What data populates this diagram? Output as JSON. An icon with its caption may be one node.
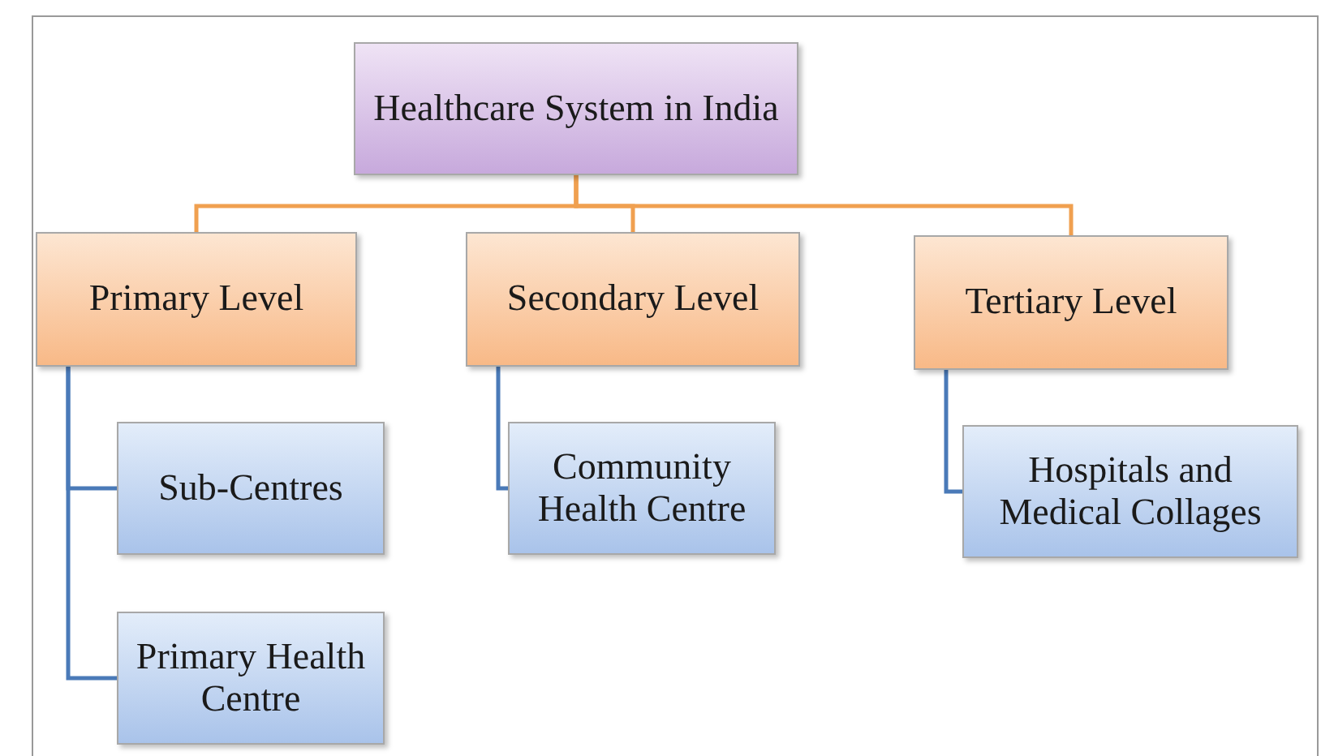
{
  "diagram": {
    "nodes": [
      {
        "text": [
          "Healthcare System in India"
        ]
      },
      {
        "text": [
          "Primary Level"
        ]
      },
      {
        "text": [
          "Secondary Level"
        ]
      },
      {
        "text": [
          "Tertiary Level"
        ]
      },
      {
        "text": [
          "Sub-Centres"
        ]
      },
      {
        "text": [
          "Primary Health Centre"
        ]
      },
      {
        "text": [
          "Community Health Centre"
        ]
      },
      {
        "text": [
          "Hospitals and Medical Collages"
        ]
      }
    ],
    "edges": [
      {
        "from": 0,
        "to": 1,
        "arrow": "none",
        "color": "#f0a050"
      },
      {
        "from": 0,
        "to": 2,
        "arrow": "none",
        "color": "#f0a050"
      },
      {
        "from": 0,
        "to": 3,
        "arrow": "none",
        "color": "#f0a050"
      },
      {
        "from": 1,
        "to": 4,
        "arrow": "none"
      },
      {
        "from": 1,
        "to": 5,
        "arrow": "none"
      },
      {
        "from": 2,
        "to": 6,
        "arrow": "none"
      },
      {
        "from": 3,
        "to": 7,
        "arrow": "none"
      }
    ]
  }
}
